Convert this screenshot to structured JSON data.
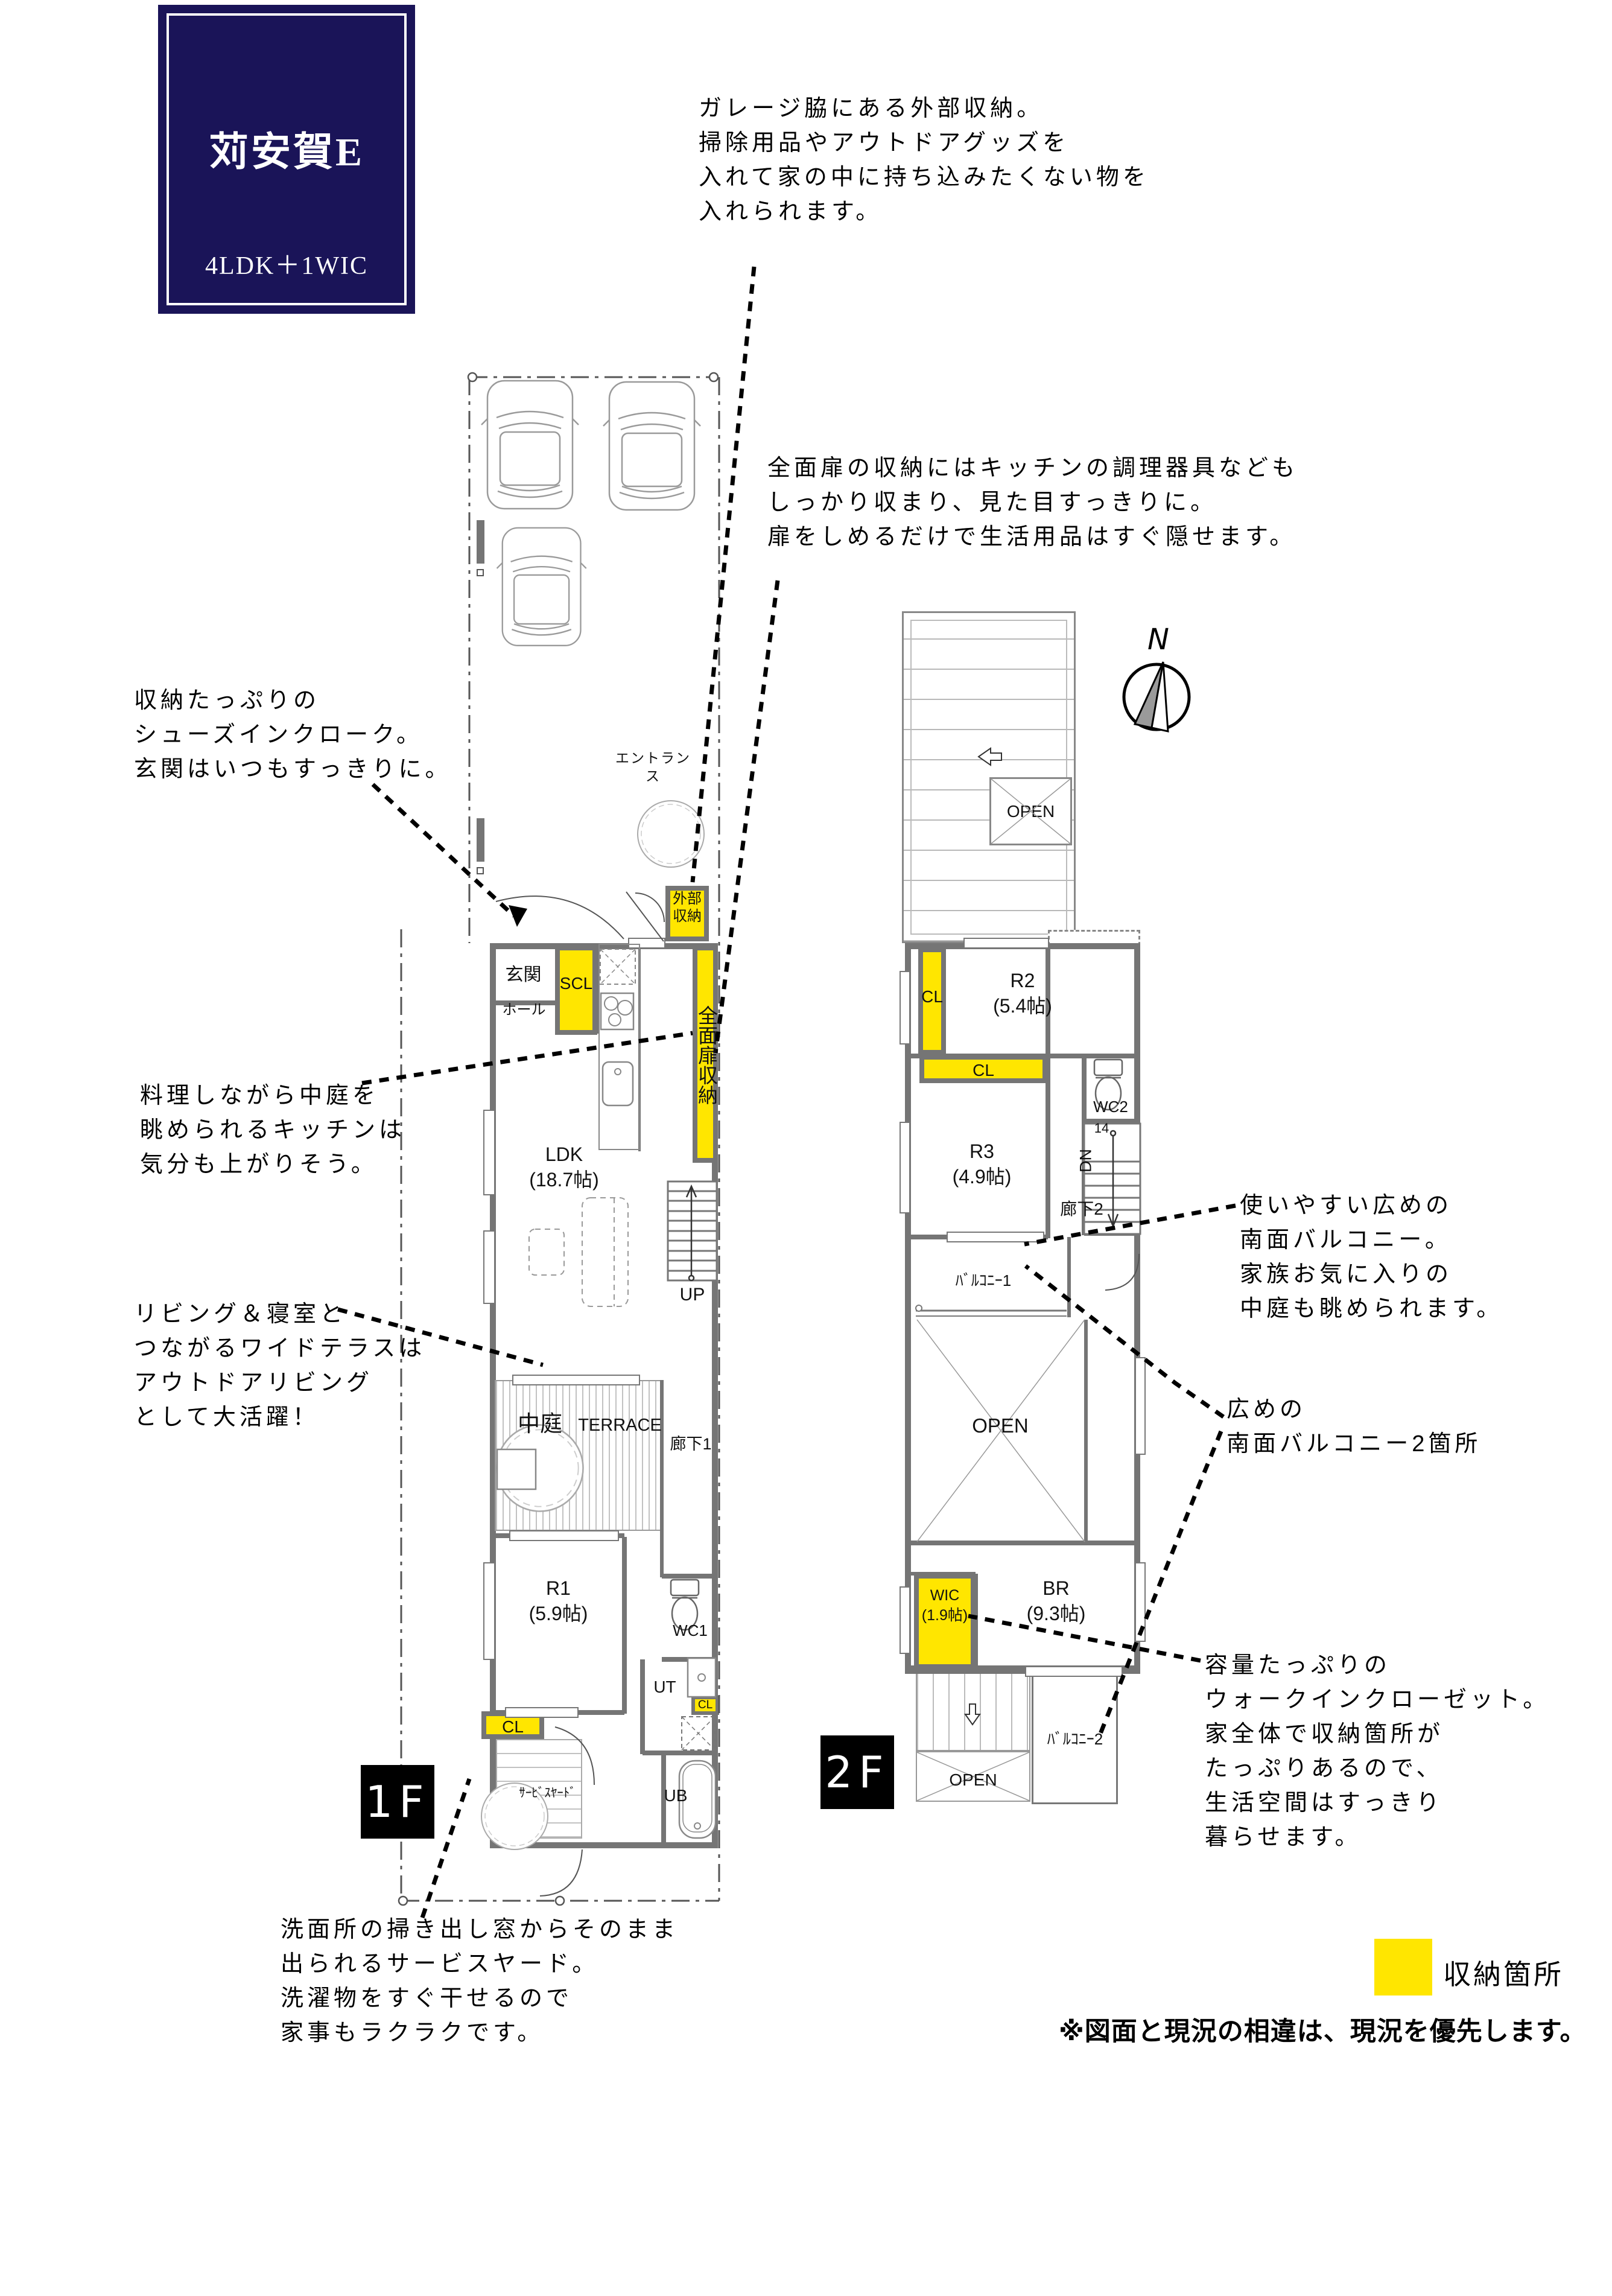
{
  "logo": {
    "title": "苅安賀E",
    "subtitle": "4LDK＋1WIC",
    "bg_color": "#1A1458"
  },
  "annotations": {
    "a1": "ガレージ脇にある外部収納。\n掃除用品やアウトドアグッズを\n入れて家の中に持ち込みたくない物を\n入れられます。",
    "a2": "全面扉の収納にはキッチンの調理器具なども\nしっかり収まり、見た目すっきりに。\n扉をしめるだけで生活用品はすぐ隠せます。",
    "a3": "収納たっぷりの\nシューズインクローク。\n玄関はいつもすっきりに。",
    "a4": "料理しながら中庭を\n眺められるキッチンは\n気分も上がりそう。",
    "a5": "リビング＆寝室と\nつながるワイドテラスは\nアウトドアリビング\nとして大活躍！",
    "a6": "洗面所の掃き出し窓からそのまま\n出られるサービスヤード。\n洗濯物をすぐ干せるので\n家事もラクラクです。",
    "a7": "使いやすい広めの\n南面バルコニー。\n家族お気に入りの\n中庭も眺められます。",
    "a8": "広めの\n南面バルコニー2箇所",
    "a9": "容量たっぷりの\nウォークインクローゼット。\n家全体で収納箇所が\nたっぷりあるので、\n生活空間はすっきり\n暮らせます。"
  },
  "floor1": {
    "tag": "1F",
    "entrance": "エントランス",
    "genkan": "玄関",
    "hall": "ホール",
    "scl": "SCL",
    "exterior_storage": "外部\n収納",
    "full_door_storage": "全面扉収納",
    "ldk": "LDK\n(18.7帖)",
    "up": "UP",
    "courtyard": "中庭",
    "terrace": "TERRACE",
    "corridor1": "廊下1",
    "r1": "R1\n(5.9帖)",
    "wc1": "WC1",
    "ut": "UT",
    "cl_main": "CL",
    "cl_small": "CL",
    "ub": "UB",
    "service_yard": "ｻｰﾋﾞｽﾔｰﾄﾞ"
  },
  "floor2": {
    "tag": "2F",
    "roof_open": "OPEN",
    "cl_side": "CL",
    "r2": "R2\n(5.4帖)",
    "cl_wide": "CL",
    "r3": "R3\n(4.9帖)",
    "wc2": "WC2",
    "dn": "DN",
    "dn_steps": "14",
    "corridor2": "廊下2",
    "balcony1": "ﾊﾞﾙｺﾆｰ1",
    "open_void": "OPEN",
    "wic": "WIC\n(1.9帖)",
    "br": "BR\n(9.3帖)",
    "open_lower": "OPEN",
    "balcony2": "ﾊﾞﾙｺﾆｰ2"
  },
  "compass": {
    "north": "N"
  },
  "legend": {
    "label": "収納箇所",
    "swatch_color": "#FFE600"
  },
  "disclaimer": "※図面と現況の相違は、現況を優先します。"
}
